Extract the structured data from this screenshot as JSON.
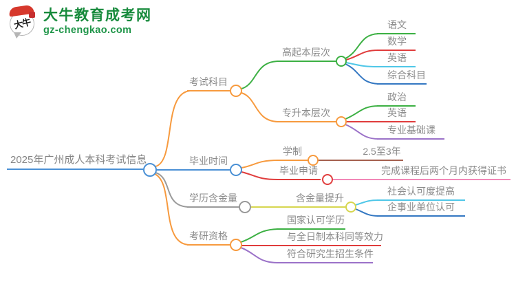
{
  "logo": {
    "title": "大牛教育成考网",
    "subtitle": "gz-chengkao.com",
    "icon_text": "大牛"
  },
  "palette": {
    "orange": "#F79A3E",
    "blue": "#4A90D5",
    "deep_blue": "#3377C2",
    "green": "#3CB043",
    "red": "#E03C3C",
    "cyan": "#4FC7E8",
    "purple": "#9B72C8",
    "gray": "#9A9A9A",
    "maroon": "#A5604E",
    "pink": "#F287B7",
    "yellow_green": "#D6D64F",
    "text_gray": "#8B8B8B",
    "brand_green": "#178A3C"
  },
  "map": {
    "root": {
      "label": "2025年广州成人本科考试信息"
    },
    "branches": [
      {
        "label": "考试科目",
        "children": [
          {
            "label": "高起本层次",
            "children": [
              {
                "label": "语文"
              },
              {
                "label": "数学"
              },
              {
                "label": "英语"
              },
              {
                "label": "综合科目"
              }
            ]
          },
          {
            "label": "专升本层次",
            "children": [
              {
                "label": "政治"
              },
              {
                "label": "英语"
              },
              {
                "label": "专业基础课"
              }
            ]
          }
        ]
      },
      {
        "label": "毕业时间",
        "children": [
          {
            "label": "学制",
            "children": [
              {
                "label": "2.5至3年"
              }
            ]
          },
          {
            "label": "毕业申请",
            "children": [
              {
                "label": "完成课程后两个月内获得证书"
              }
            ]
          }
        ]
      },
      {
        "label": "学历含金量",
        "children": [
          {
            "label": "含金量提升",
            "children": [
              {
                "label": "社会认可度提高"
              },
              {
                "label": "企事业单位认可"
              }
            ]
          }
        ]
      },
      {
        "label": "考研资格",
        "children": [
          {
            "label": "国家认可学历"
          },
          {
            "label": "与全日制本科同等效力"
          },
          {
            "label": "符合研究生招生条件"
          }
        ]
      }
    ]
  }
}
